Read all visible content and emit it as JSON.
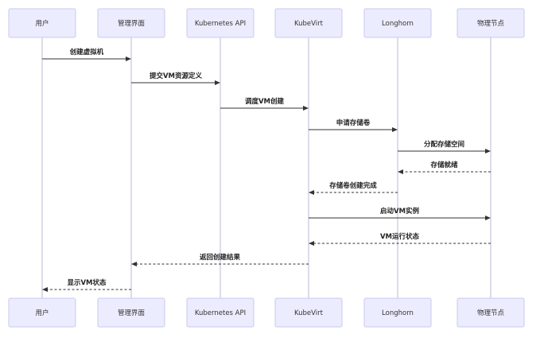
{
  "diagram": {
    "type": "sequence",
    "participants": [
      {
        "id": "user",
        "label": "用户"
      },
      {
        "id": "ui",
        "label": "管理界面"
      },
      {
        "id": "k8s",
        "label": "Kubernetes API"
      },
      {
        "id": "kubevirt",
        "label": "KubeVirt"
      },
      {
        "id": "longhorn",
        "label": "Longhorn"
      },
      {
        "id": "node",
        "label": "物理节点"
      }
    ],
    "messages": [
      {
        "from": 0,
        "to": 1,
        "label": "创建虚拟机",
        "style": "solid"
      },
      {
        "from": 1,
        "to": 2,
        "label": "提交VM资源定义",
        "style": "solid"
      },
      {
        "from": 2,
        "to": 3,
        "label": "调度VM创建",
        "style": "solid"
      },
      {
        "from": 3,
        "to": 4,
        "label": "申请存储卷",
        "style": "solid"
      },
      {
        "from": 4,
        "to": 5,
        "label": "分配存储空间",
        "style": "solid"
      },
      {
        "from": 5,
        "to": 4,
        "label": "存储就绪",
        "style": "dashed"
      },
      {
        "from": 4,
        "to": 3,
        "label": "存储卷创建完成",
        "style": "dashed"
      },
      {
        "from": 3,
        "to": 5,
        "label": "启动VM实例",
        "style": "solid"
      },
      {
        "from": 5,
        "to": 3,
        "label": "VM运行状态",
        "style": "dashed"
      },
      {
        "from": 3,
        "to": 1,
        "label": "返回创建结果",
        "style": "dashed"
      },
      {
        "from": 1,
        "to": 0,
        "label": "显示VM状态",
        "style": "dashed"
      }
    ]
  }
}
